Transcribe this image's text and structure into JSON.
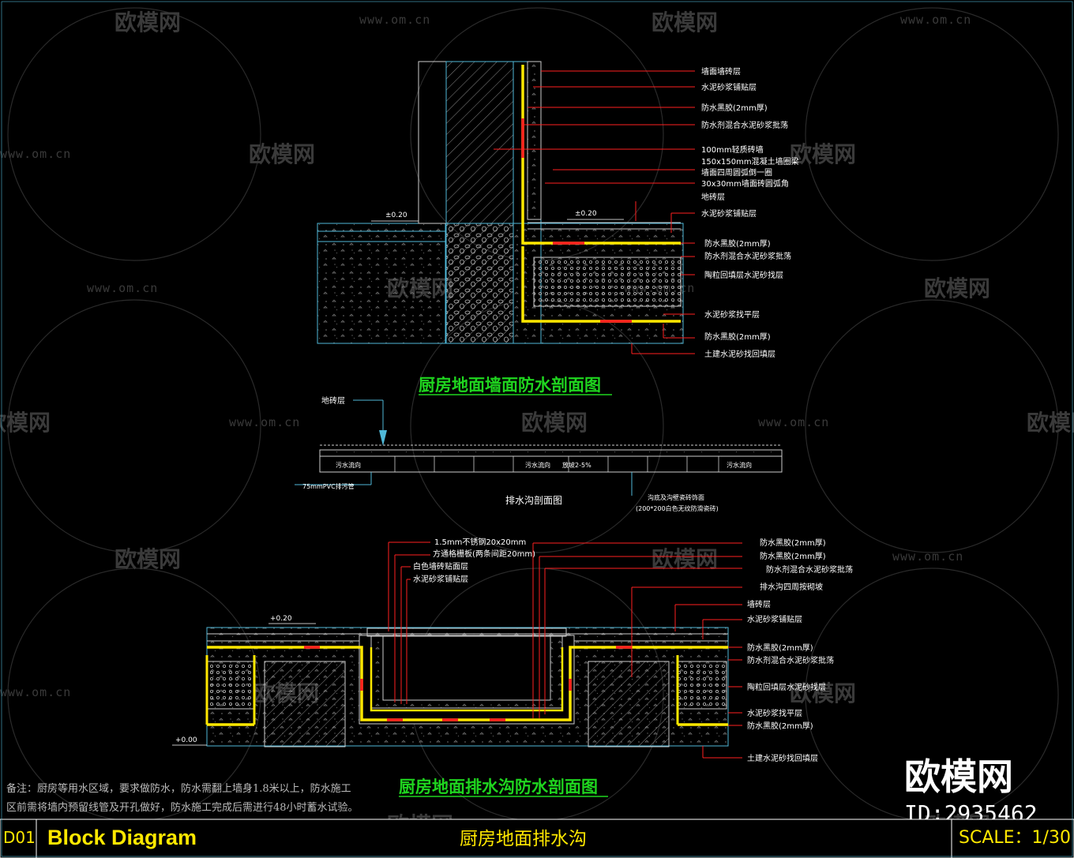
{
  "watermarks": {
    "brand": "欧模网",
    "url": "www.om.cn",
    "brand_large": "欧模网",
    "id": "ID:2935462"
  },
  "section1": {
    "title": "厨房地面墙面防水剖面图",
    "level_left": "±0.20",
    "level_right": "±0.20",
    "callouts": [
      "墙面墙砖层",
      "水泥砂浆铺贴层",
      "防水黑胶(2mm厚)",
      "防水剂混合水泥砂浆批荡",
      "100mm轻质砖墙",
      "150x150mm混凝土墙圈梁",
      "墙面四周圆弧倒一圈",
      "30x30mm墙面砖圆弧角",
      "地砖层",
      "水泥砂浆铺贴层",
      "防水黑胶(2mm厚)",
      "防水剂混合水泥砂浆批荡",
      "陶粒回填层水泥砂找层",
      "水泥砂浆找平层",
      "防水黑胶(2mm厚)",
      "土建水泥砂找回填层"
    ]
  },
  "section2": {
    "title": "排水沟剖面图",
    "tile_label": "地砖层",
    "flow_left": "污水流向",
    "flow_mid": "污水流向",
    "slope": "放坡2-5%",
    "flow_right": "污水流向",
    "pipe_label": "75mmPVC排污管",
    "bottom_note_1": "沟底及沟壁瓷砖饰面",
    "bottom_note_2": "(200*200白色无纹防滑瓷砖)"
  },
  "section3": {
    "title": "厨房地面排水沟防水剖面图",
    "level_top": "+0.20",
    "level_bottom": "+0.00",
    "left_callouts": [
      "1.5mm不锈钢20x20mm",
      "方通格栅板(两条间距20mm)",
      "白色墙砖贴面层",
      "水泥砂浆铺贴层"
    ],
    "right_callouts": [
      "防水黑胶(2mm厚)",
      "防水黑胶(2mm厚)",
      "防水剂混合水泥砂浆批荡",
      "排水沟四周按砌坡",
      "墙砖层",
      "水泥砂浆铺贴层",
      "防水黑胶(2mm厚)",
      "防水剂混合水泥砂浆批荡",
      "陶粒回填层水泥砂找层",
      "水泥砂浆找平层",
      "防水黑胶(2mm厚)",
      "土建水泥砂找回填层"
    ]
  },
  "note": {
    "line1": "备注：厨房等用水区域，要求做防水，防水需翻上墙身1.8米以上，防水施工",
    "line2": "区前需将墙内预留线管及开孔做好，防水施工完成后需进行48小时蓄水试验。"
  },
  "title_block": {
    "code": "D01",
    "title": "Block Diagram",
    "subtitle": "厨房地面排水沟",
    "scale": "SCALE：1/30"
  },
  "colors": {
    "background": "#000000",
    "waterproof_yellow": "#ffe800",
    "leader_red": "#ff2020",
    "outline_cyan": "#4fb8d8",
    "title_green": "#1fd51f"
  }
}
